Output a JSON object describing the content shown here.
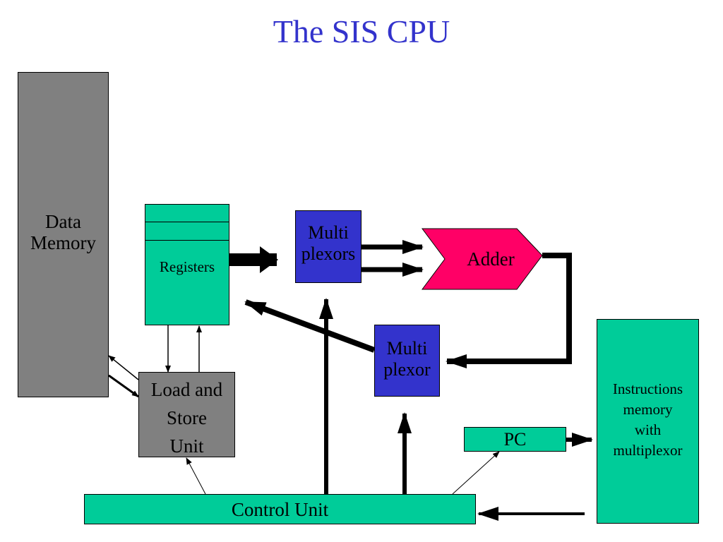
{
  "title": "The SIS CPU",
  "blocks": {
    "data_memory": [
      "Data",
      "Memory"
    ],
    "registers": "Registers",
    "mux_top": [
      "Multi",
      "plexors"
    ],
    "adder": "Adder",
    "mux_bottom": [
      "Multi",
      "plexor"
    ],
    "load_store": [
      "Load and",
      "Store",
      "Unit"
    ],
    "pc": "PC",
    "instructions_memory": [
      "Instructions",
      "memory",
      "with",
      "multiplexor"
    ],
    "control_unit": "Control Unit"
  },
  "colors": {
    "title": "#3333cc",
    "gray": "#808080",
    "teal": "#00cc99",
    "blue": "#3333cc",
    "adder": "#ff0066"
  }
}
